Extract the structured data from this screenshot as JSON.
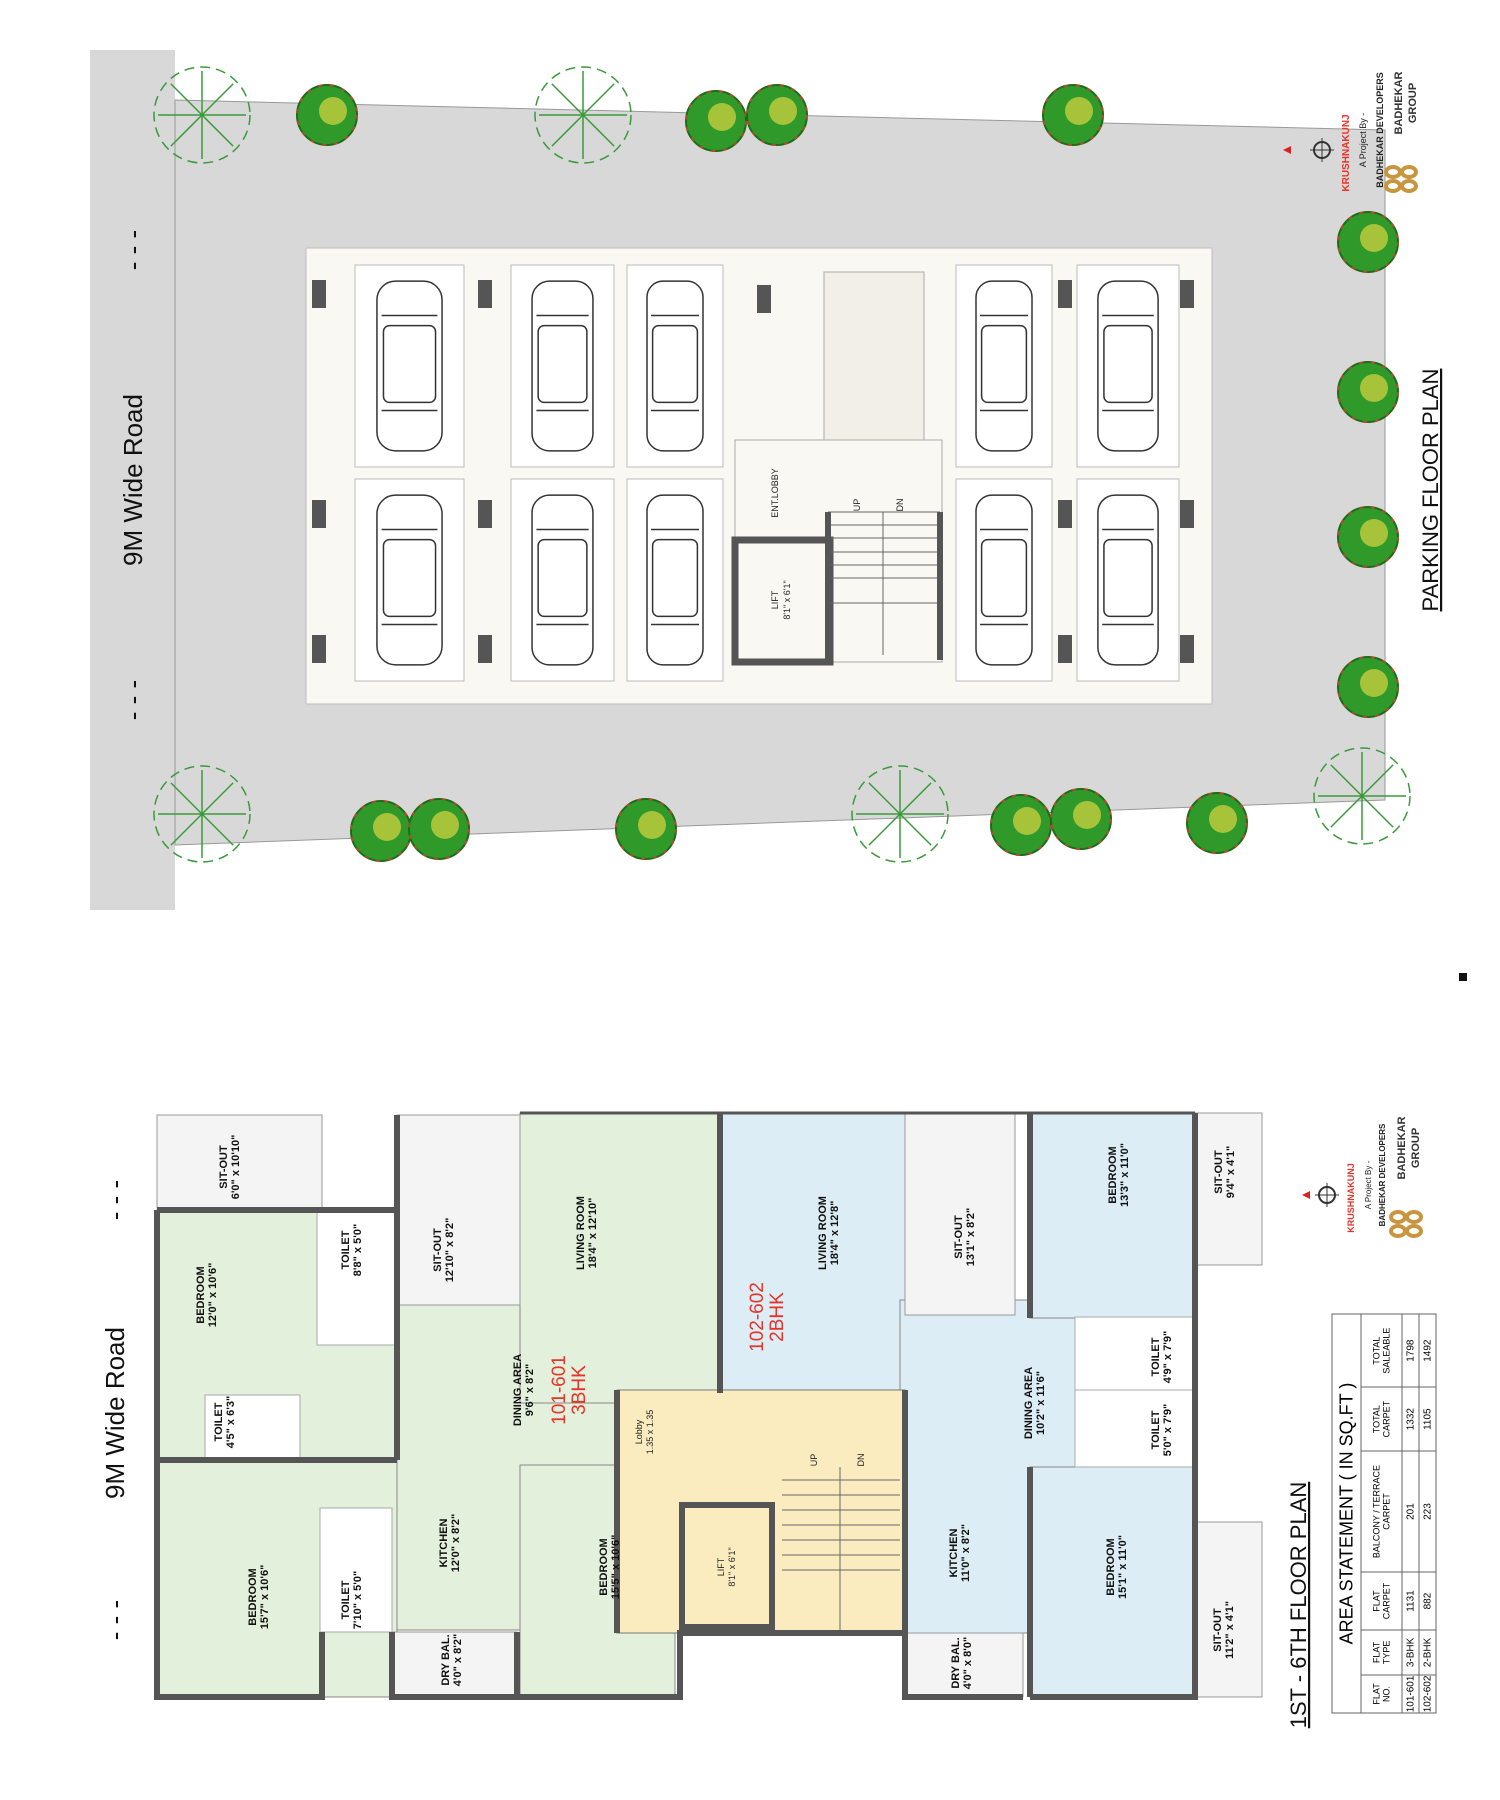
{
  "road_label": "9M Wide Road",
  "road_dashes": "- - -",
  "parking": {
    "title": "PARKING FLOOR PLAN",
    "ent_lobby": "ENT.LOBBY",
    "lift": "LIFT",
    "lift_size": "8'1\" x 6'1\"",
    "up": "UP",
    "dn": "DN"
  },
  "logo": {
    "project": "KRUSHNAKUNJ",
    "by": "A Project By -",
    "developer": "BADHEKAR DEVELOPERS",
    "group_line1": "BADHEKAR",
    "group_line2": "GROUP",
    "brand_color": "#c8963e"
  },
  "floor": {
    "title": "1ST - 6TH FLOOR PLAN",
    "flat_3bhk": {
      "number": "101-601",
      "type": "3BHK"
    },
    "flat_2bhk": {
      "number": "102-602",
      "type": "2BHK"
    },
    "rooms": [
      {
        "name": "SIT-OUT",
        "size": "6'0\" x 10'10\""
      },
      {
        "name": "BEDROOM",
        "size": "12'0\" x 10'6\""
      },
      {
        "name": "TOILET",
        "size": "8'8\" x 5'0\""
      },
      {
        "name": "SIT-OUT",
        "size": "12'10\" x 8'2\""
      },
      {
        "name": "DINING AREA",
        "size": "9'6\" x 8'2\""
      },
      {
        "name": "TOILET",
        "size": "4'5\" x 6'3\""
      },
      {
        "name": "BEDROOM",
        "size": "15'7\" x 10'6\""
      },
      {
        "name": "TOILET",
        "size": "7'10\" x 5'0\""
      },
      {
        "name": "KITCHEN",
        "size": "12'0\" x 8'2\""
      },
      {
        "name": "DRY BAL.",
        "size": "4'0\" x 8'2\""
      },
      {
        "name": "LIVING ROOM",
        "size": "18'4\" x 12'10\""
      },
      {
        "name": "LIVING ROOM",
        "size": "18'4\" x 12'8\""
      },
      {
        "name": "Lobby",
        "size": "1.35 x 1.35"
      },
      {
        "name": "BEDROOM",
        "size": "15'5\" x 10'6\""
      },
      {
        "name": "LIFT",
        "size": "8'1\" x 6'1\""
      },
      {
        "name": "SIT-OUT",
        "size": "13'1\" x 8'2\""
      },
      {
        "name": "BEDROOM",
        "size": "13'3\" x 11'0\""
      },
      {
        "name": "SIT-OUT",
        "size": "9'4\" x 4'1\""
      },
      {
        "name": "TOILET",
        "size": "4'9\" x 7'9\""
      },
      {
        "name": "DINING AREA",
        "size": "10'2\" x 11'6\""
      },
      {
        "name": "TOILET",
        "size": "5'0\" x 7'9\""
      },
      {
        "name": "KITCHEN",
        "size": "11'0\" x 8'2\""
      },
      {
        "name": "DRY BAL.",
        "size": "4'0\" x 8'0\""
      },
      {
        "name": "BEDROOM",
        "size": "15'1\" x 11'0\""
      },
      {
        "name": "SIT-OUT",
        "size": "11'2\" x 4'1\""
      }
    ],
    "stair_up": "UP",
    "stair_dn": "DN"
  },
  "area_statement": {
    "title": "AREA STATEMENT  ( IN SQ.FT )",
    "headers": [
      "FLAT NO.",
      "FLAT TYPE",
      "FLAT CARPET",
      "BALCONY / TERRACE CARPET",
      "TOTAL CARPET",
      "TOTAL SALEABLE"
    ],
    "rows": [
      [
        "101-601",
        "3-BHK",
        "1131",
        "201",
        "1332",
        "1798"
      ],
      [
        "102-602",
        "2-BHK",
        "882",
        "223",
        "1105",
        "1492"
      ]
    ]
  },
  "colors": {
    "flat_3bhk_fill": "#e3f1dc",
    "flat_2bhk_fill": "#dcedf5",
    "common_fill": "#fbecc0",
    "road_fill": "#d8d8d8",
    "wall": "#555555",
    "flat_label": "#e8332a"
  }
}
